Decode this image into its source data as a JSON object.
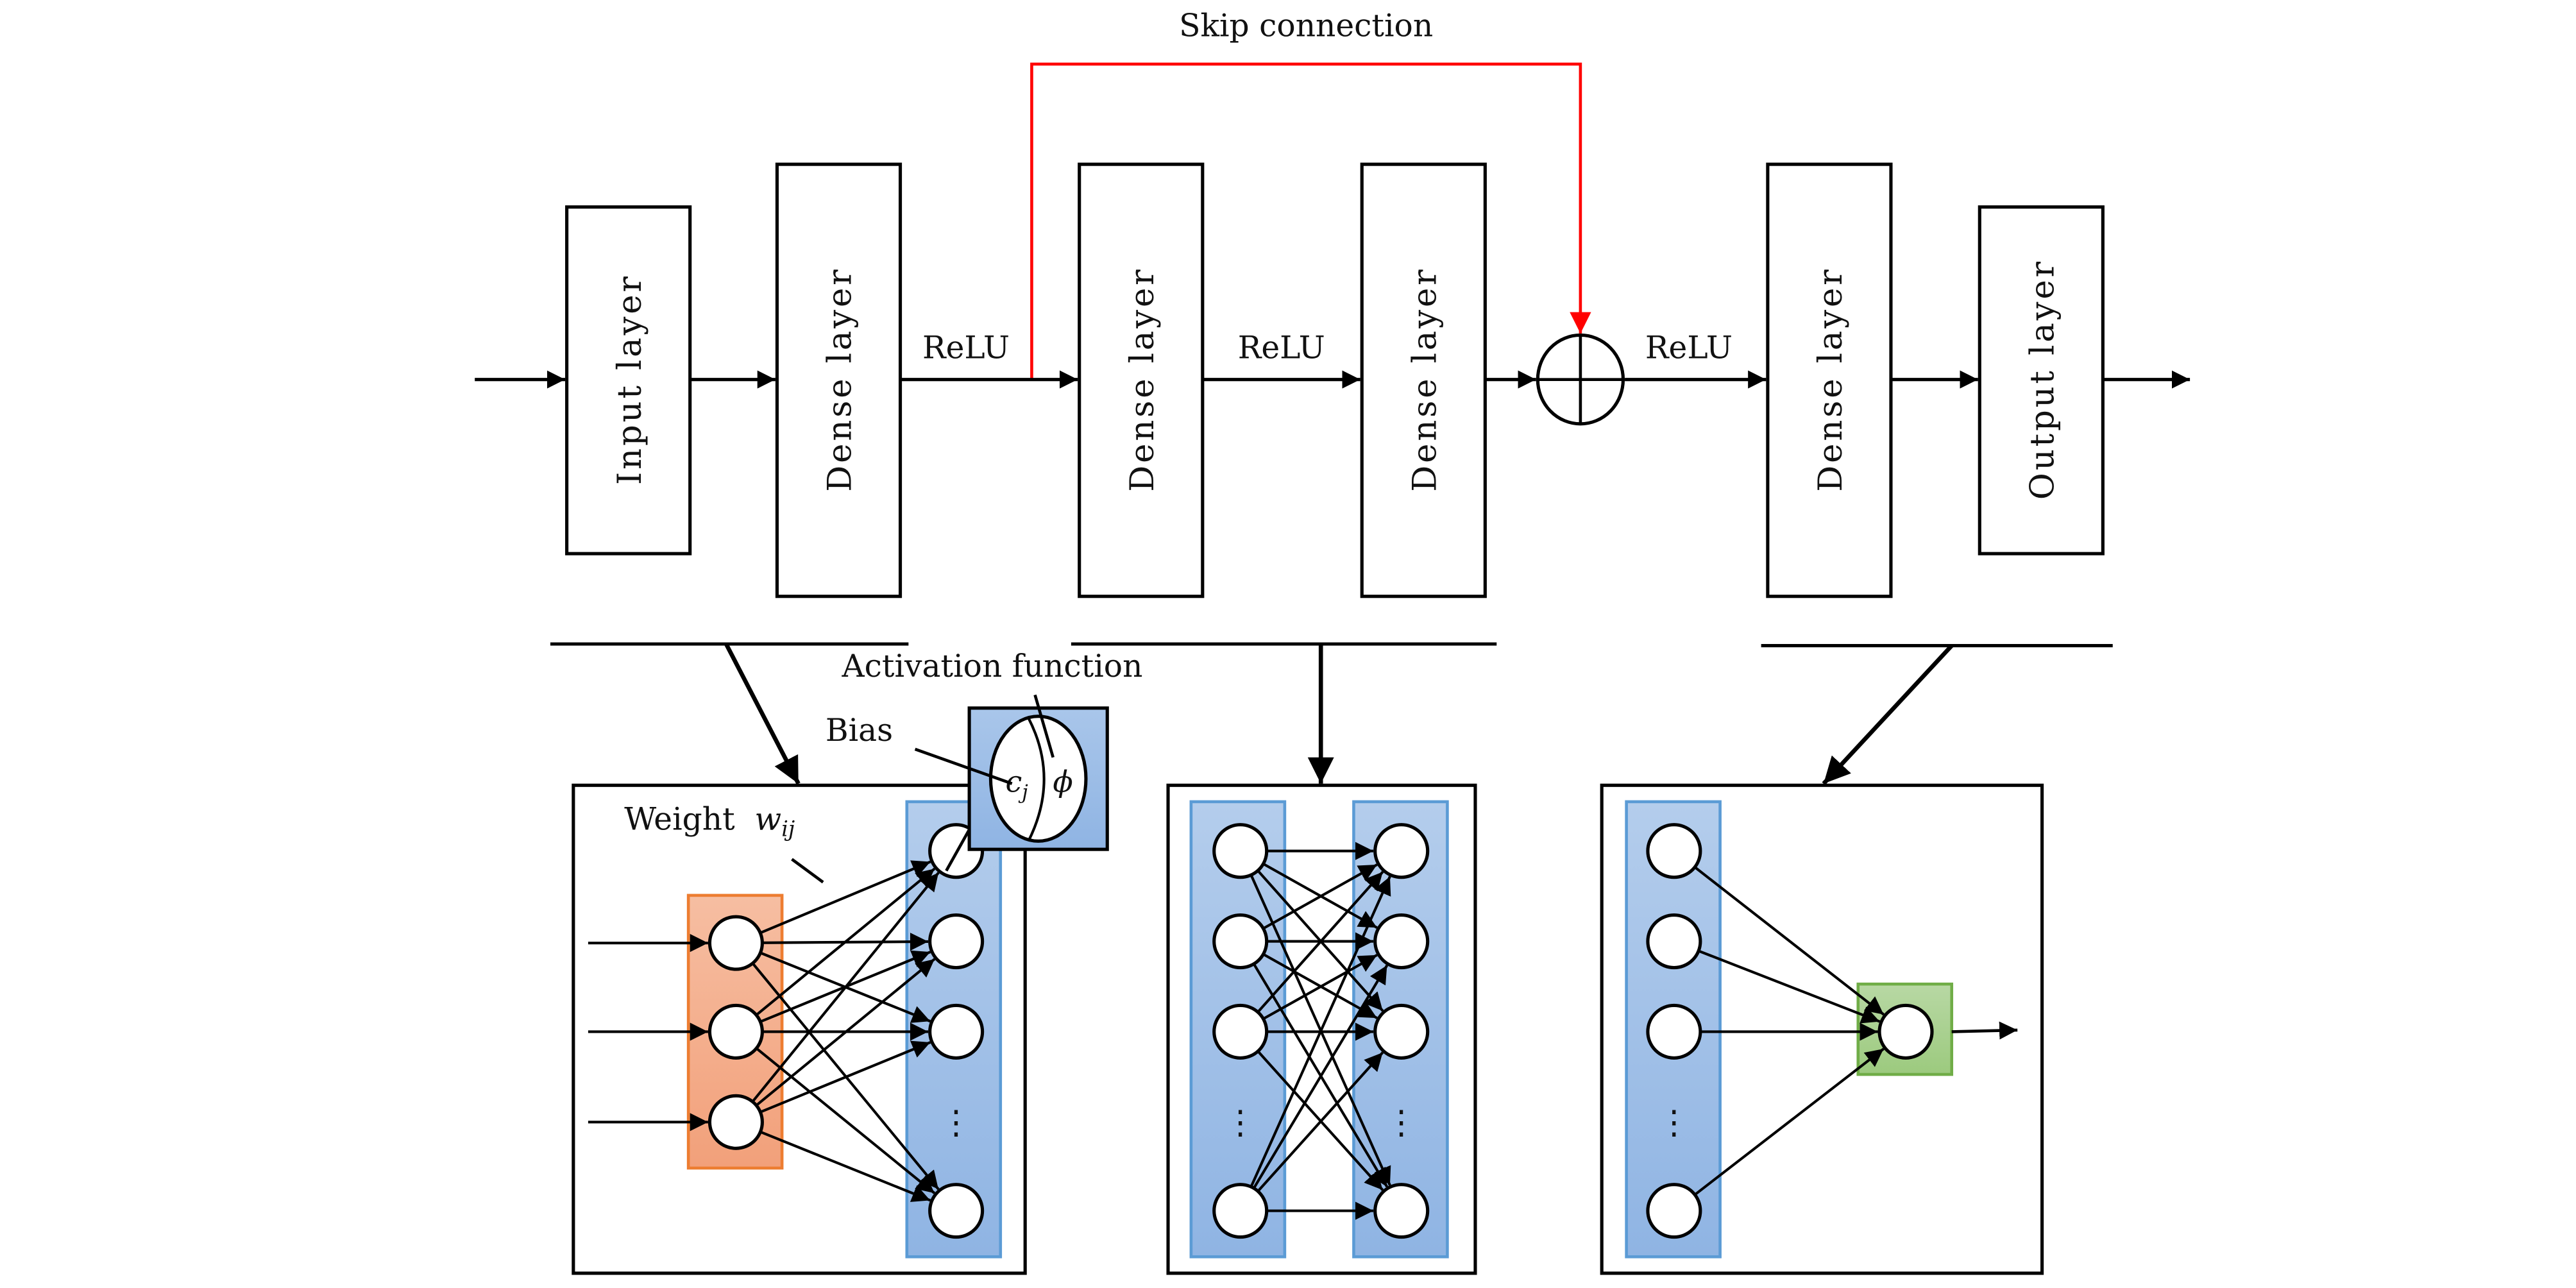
{
  "colors": {
    "skip_line": "#ff0000",
    "stroke": "#000000",
    "node_fill": "#ffffff",
    "input_group_fill": "#f4ad8a",
    "input_group_stroke": "#ed7d31",
    "hidden_group_fill": "#a4c2e8",
    "hidden_group_stroke": "#5b9bd5",
    "output_group_fill": "#a9d18e",
    "output_group_stroke": "#70ad47",
    "activation_box_fill": "#9fbee6"
  },
  "top_row": {
    "skip_label": "Skip connection",
    "layers": [
      {
        "id": "input",
        "label": "Input layer"
      },
      {
        "id": "dense1",
        "label": "Dense layer"
      },
      {
        "id": "dense2",
        "label": "Dense layer"
      },
      {
        "id": "dense3",
        "label": "Dense layer"
      },
      {
        "id": "dense4",
        "label": "Dense layer"
      },
      {
        "id": "output",
        "label": "Output layer"
      }
    ],
    "activations": [
      "ReLU",
      "ReLU",
      "ReLU"
    ],
    "sum_symbol": "addition"
  },
  "detail_left": {
    "activation_label": "Activation function",
    "bias_label": "Bias",
    "weight_label": "Weight",
    "weight_symbol": "w",
    "weight_subscript": "ij",
    "bias_symbol": "c",
    "bias_subscript": "j",
    "activation_symbol": "ϕ",
    "input_nodes": 3,
    "output_nodes_shown": 4,
    "ellipsis": "⋮"
  },
  "detail_middle": {
    "left_nodes_shown": 4,
    "right_nodes_shown": 4,
    "ellipsis": "⋮"
  },
  "detail_right": {
    "input_nodes_shown": 4,
    "output_nodes": 1,
    "ellipsis": "⋮"
  }
}
